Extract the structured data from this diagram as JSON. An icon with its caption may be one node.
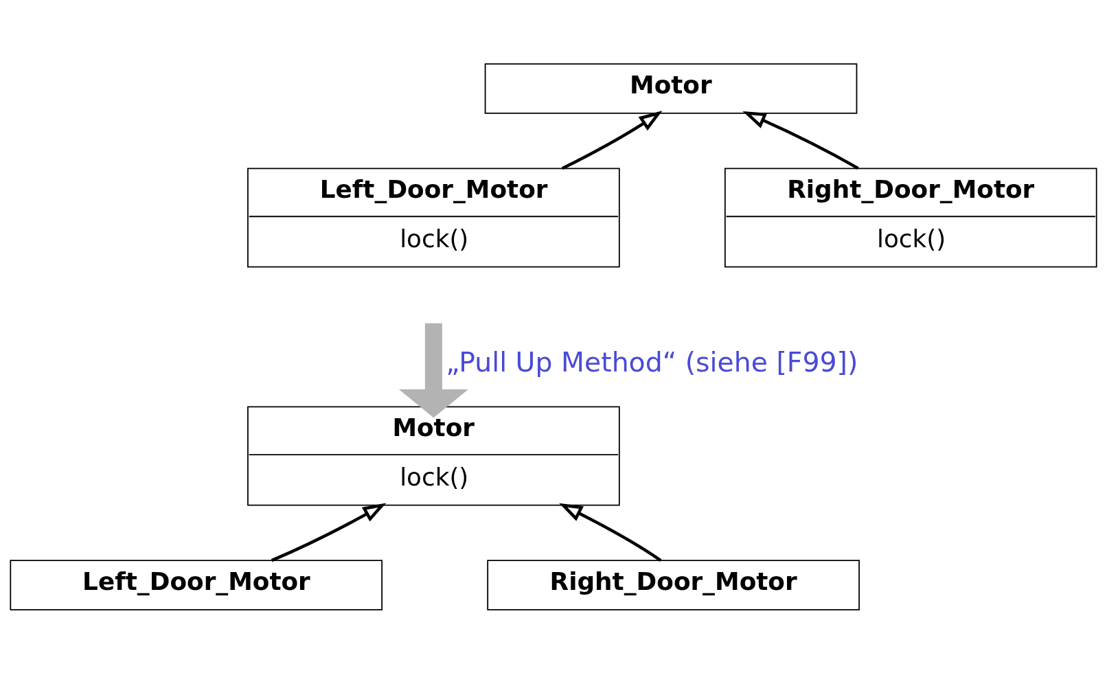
{
  "diagram": {
    "nodes": [
      {
        "text": [
          "Motor"
        ]
      },
      {
        "text": [
          "Left_Door_Motor",
          "lock()"
        ]
      },
      {
        "text": [
          "Right_Door_Motor",
          "lock()"
        ]
      },
      {
        "text": [
          "Motor",
          "lock()"
        ]
      },
      {
        "text": [
          "Left_Door_Motor"
        ]
      },
      {
        "text": [
          "Right_Door_Motor"
        ]
      }
    ],
    "edges": [
      {
        "from": 1,
        "to": 0,
        "arrow": "to"
      },
      {
        "from": 2,
        "to": 0,
        "arrow": "to"
      },
      {
        "from": null,
        "to": 3,
        "arrow": "to",
        "label": "„Pull Up Method“ (siehe [F99])",
        "style": "thick",
        "color": "#b3b3b3"
      },
      {
        "from": 4,
        "to": 3,
        "arrow": "to"
      },
      {
        "from": 5,
        "to": 3,
        "arrow": "to"
      }
    ]
  }
}
